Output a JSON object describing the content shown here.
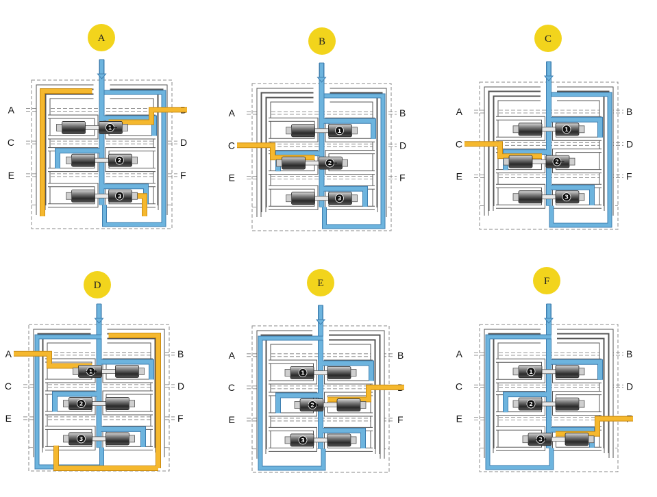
{
  "colors": {
    "badge": "#f2d41c",
    "pressure": "#6db4de",
    "pressure_edge": "#3f7fb0",
    "active": "#f5b82e",
    "active_edge": "#c98a10",
    "channel": "#ffffff",
    "channel_edge": "#555555",
    "housing": "#8a8a8a"
  },
  "panels": [
    {
      "id": "A",
      "label": "A",
      "ports": [
        "A",
        "B",
        "C",
        "D",
        "E",
        "F"
      ],
      "spools": [
        "1",
        "2",
        "3"
      ],
      "shifted_spool": "1",
      "arrow": "left",
      "active_port": "B"
    },
    {
      "id": "B",
      "label": "B",
      "ports": [
        "A",
        "B",
        "C",
        "D",
        "E",
        "F"
      ],
      "spools": [
        "1",
        "2",
        "3"
      ],
      "shifted_spool": "2",
      "arrow": "left",
      "active_port": "C"
    },
    {
      "id": "C",
      "label": "C",
      "ports": [
        "A",
        "B",
        "C",
        "D",
        "E",
        "F"
      ],
      "spools": [
        "1",
        "2",
        "3"
      ],
      "shifted_spool": "2",
      "arrow": "left",
      "active_port": "C"
    },
    {
      "id": "D",
      "label": "D",
      "ports": [
        "A",
        "B",
        "C",
        "D",
        "E",
        "F"
      ],
      "spools": [
        "1",
        "2",
        "3"
      ],
      "shifted_spool": "1",
      "arrow": "right",
      "active_port": "A"
    },
    {
      "id": "E",
      "label": "E",
      "ports": [
        "A",
        "B",
        "C",
        "D",
        "E",
        "F"
      ],
      "spools": [
        "1",
        "2",
        "3"
      ],
      "shifted_spool": "2",
      "arrow": "right",
      "active_port": "D"
    },
    {
      "id": "F",
      "label": "F",
      "ports": [
        "A",
        "B",
        "C",
        "D",
        "E",
        "F"
      ],
      "spools": [
        "1",
        "2",
        "3"
      ],
      "shifted_spool": "3",
      "arrow": "right",
      "active_port": "F"
    }
  ]
}
